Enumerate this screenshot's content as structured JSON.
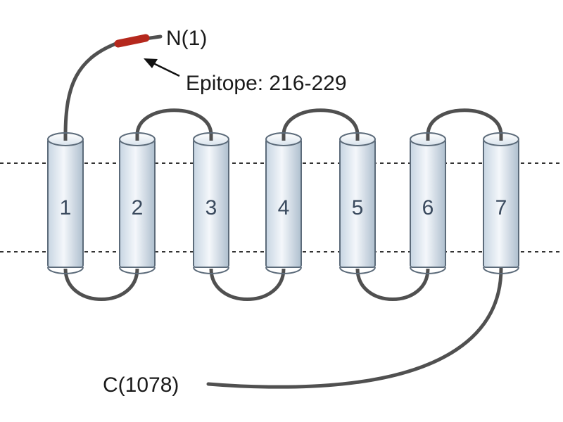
{
  "n_terminus_label": "N(1)",
  "c_terminus_label": "C(1078)",
  "epitope_label": "Epitope: 216-229",
  "helices": [
    "1",
    "2",
    "3",
    "4",
    "5",
    "6",
    "7"
  ],
  "colors": {
    "helix_fill_light": "#f2f6fa",
    "helix_fill_dark": "#b9c9d8",
    "helix_stroke": "#5c6b7a",
    "loop_stroke": "#505050",
    "epitope": "#b5281d",
    "membrane_line": "#333333"
  }
}
